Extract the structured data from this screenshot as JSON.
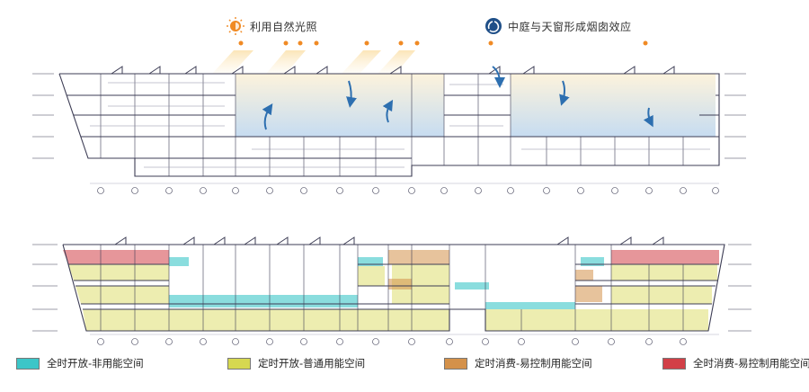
{
  "annotations": {
    "sunlight": {
      "label": "利用自然光照",
      "icon": "sun-icon"
    },
    "chimney": {
      "label": "中庭与天窗形成烟囱效应",
      "icon": "airflow-icon"
    }
  },
  "legend": [
    {
      "label": "全时开放-非用能空间",
      "color": "#3cc6c8"
    },
    {
      "label": "定时开放-普通用能空间",
      "color": "#d6d850"
    },
    {
      "label": "定时消费-易控制用能空间",
      "color": "#d4914a"
    },
    {
      "label": "全时消费-易控制用能空间",
      "color": "#d23f47"
    }
  ],
  "colors": {
    "line": "#3d3d55",
    "atrium_top": "#fdf3dc",
    "atrium_bottom": "#c9def2",
    "sun": "#f08a24",
    "arrow": "#2d6fb0"
  }
}
